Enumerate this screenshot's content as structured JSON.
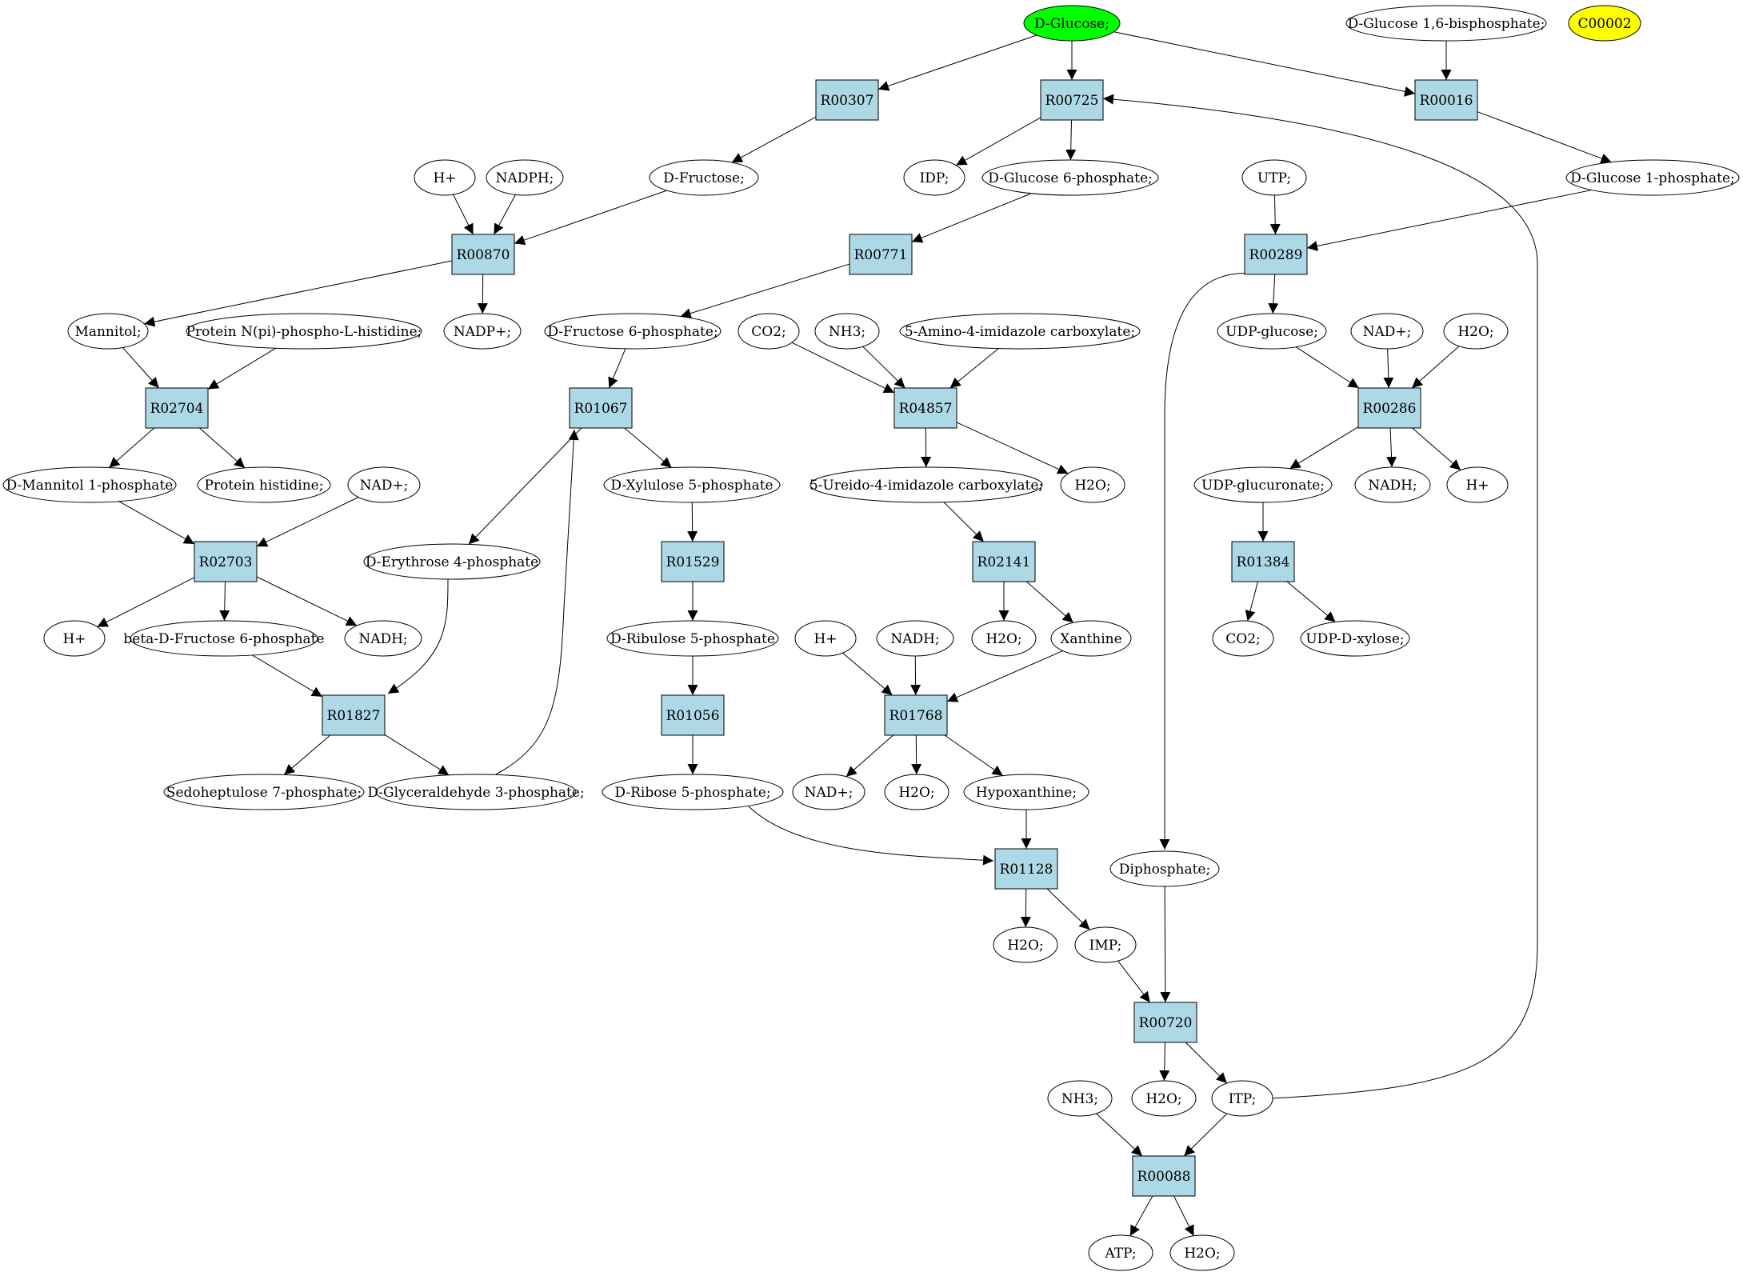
{
  "colors": {
    "reaction_fill": "#add8e6",
    "start_fill": "#00ff00",
    "highlight_fill": "#ffff00",
    "node_fill": "#ffffff",
    "stroke": "#000000"
  },
  "reactions": [
    {
      "id": "R00307",
      "label": "R00307"
    },
    {
      "id": "R00725",
      "label": "R00725"
    },
    {
      "id": "R00016",
      "label": "R00016"
    },
    {
      "id": "R00870",
      "label": "R00870"
    },
    {
      "id": "R00771",
      "label": "R00771"
    },
    {
      "id": "R00289",
      "label": "R00289"
    },
    {
      "id": "R02704",
      "label": "R02704"
    },
    {
      "id": "R01067",
      "label": "R01067"
    },
    {
      "id": "R04857",
      "label": "R04857"
    },
    {
      "id": "R00286",
      "label": "R00286"
    },
    {
      "id": "R02703",
      "label": "R02703"
    },
    {
      "id": "R01529",
      "label": "R01529"
    },
    {
      "id": "R02141",
      "label": "R02141"
    },
    {
      "id": "R01384",
      "label": "R01384"
    },
    {
      "id": "R01827",
      "label": "R01827"
    },
    {
      "id": "R01056",
      "label": "R01056"
    },
    {
      "id": "R01768",
      "label": "R01768"
    },
    {
      "id": "R01128",
      "label": "R01128"
    },
    {
      "id": "R00720",
      "label": "R00720"
    },
    {
      "id": "R00088",
      "label": "R00088"
    }
  ],
  "compounds": [
    {
      "id": "glucose",
      "label": "D-Glucose;",
      "role": "start"
    },
    {
      "id": "g16bp",
      "label": "D-Glucose 1,6-bisphosphate;"
    },
    {
      "id": "c00002",
      "label": "C00002",
      "role": "highlight"
    },
    {
      "id": "hplus_a",
      "label": "H+"
    },
    {
      "id": "nadph",
      "label": "NADPH;"
    },
    {
      "id": "fructose",
      "label": "D-Fructose;"
    },
    {
      "id": "idp",
      "label": "IDP;"
    },
    {
      "id": "g6p",
      "label": "D-Glucose 6-phosphate;"
    },
    {
      "id": "utp",
      "label": "UTP;"
    },
    {
      "id": "g1p",
      "label": "D-Glucose 1-phosphate;"
    },
    {
      "id": "mannitol",
      "label": "Mannitol;"
    },
    {
      "id": "prot_nphis",
      "label": "Protein N(pi)-phospho-L-histidine;"
    },
    {
      "id": "nadp",
      "label": "NADP+;"
    },
    {
      "id": "f6p",
      "label": "D-Fructose 6-phosphate;"
    },
    {
      "id": "co2_a",
      "label": "CO2;"
    },
    {
      "id": "nh3_a",
      "label": "NH3;"
    },
    {
      "id": "aica",
      "label": "5-Amino-4-imidazole carboxylate;"
    },
    {
      "id": "udpg",
      "label": "UDP-glucose;"
    },
    {
      "id": "nadplus_a",
      "label": "NAD+;"
    },
    {
      "id": "h2o_a",
      "label": "H2O;"
    },
    {
      "id": "m1p",
      "label": "D-Mannitol 1-phosphate"
    },
    {
      "id": "prot_his",
      "label": "Protein histidine;"
    },
    {
      "id": "nadplus_b",
      "label": "NAD+;"
    },
    {
      "id": "x5p",
      "label": "D-Xylulose 5-phosphate"
    },
    {
      "id": "uica",
      "label": "5-Ureido-4-imidazole carboxylate;"
    },
    {
      "id": "h2o_b",
      "label": "H2O;"
    },
    {
      "id": "udpgluc",
      "label": "UDP-glucuronate;"
    },
    {
      "id": "nadh_a",
      "label": "NADH;"
    },
    {
      "id": "hplus_b",
      "label": "H+"
    },
    {
      "id": "e4p",
      "label": "D-Erythrose 4-phosphate"
    },
    {
      "id": "hplus_c",
      "label": "H+"
    },
    {
      "id": "bf6p",
      "label": "beta-D-Fructose 6-phosphate"
    },
    {
      "id": "nadh_b",
      "label": "NADH;"
    },
    {
      "id": "ru5p",
      "label": "D-Ribulose 5-phosphate"
    },
    {
      "id": "hplus_d",
      "label": "H+"
    },
    {
      "id": "nadh_c",
      "label": "NADH;"
    },
    {
      "id": "h2o_c",
      "label": "H2O;"
    },
    {
      "id": "xanthine",
      "label": "Xanthine"
    },
    {
      "id": "co2_b",
      "label": "CO2;"
    },
    {
      "id": "udpx",
      "label": "UDP-D-xylose;"
    },
    {
      "id": "s7p",
      "label": "Sedoheptulose 7-phosphate;"
    },
    {
      "id": "gap",
      "label": "D-Glyceraldehyde 3-phosphate;"
    },
    {
      "id": "r5p",
      "label": "D-Ribose 5-phosphate;"
    },
    {
      "id": "nadplus_c",
      "label": "NAD+;"
    },
    {
      "id": "h2o_d",
      "label": "H2O;"
    },
    {
      "id": "hypox",
      "label": "Hypoxanthine;"
    },
    {
      "id": "diphos",
      "label": "Diphosphate;"
    },
    {
      "id": "h2o_e",
      "label": "H2O;"
    },
    {
      "id": "imp",
      "label": "IMP;"
    },
    {
      "id": "nh3_b",
      "label": "NH3;"
    },
    {
      "id": "h2o_f",
      "label": "H2O;"
    },
    {
      "id": "itp",
      "label": "ITP;"
    },
    {
      "id": "atp",
      "label": "ATP;"
    },
    {
      "id": "h2o_g",
      "label": "H2O;"
    }
  ],
  "edges": [
    [
      "glucose",
      "R00307"
    ],
    [
      "glucose",
      "R00725"
    ],
    [
      "glucose",
      "R00016"
    ],
    [
      "g16bp",
      "R00016"
    ],
    [
      "R00307",
      "fructose"
    ],
    [
      "R00725",
      "idp"
    ],
    [
      "R00725",
      "g6p"
    ],
    [
      "R00016",
      "g1p"
    ],
    [
      "hplus_a",
      "R00870"
    ],
    [
      "nadph",
      "R00870"
    ],
    [
      "fructose",
      "R00870"
    ],
    [
      "g6p",
      "R00771"
    ],
    [
      "utp",
      "R00289"
    ],
    [
      "g1p",
      "R00289"
    ],
    [
      "R00870",
      "mannitol"
    ],
    [
      "R00870",
      "nadp"
    ],
    [
      "R00771",
      "f6p"
    ],
    [
      "R00289",
      "udpg"
    ],
    [
      "R00289",
      "diphos"
    ],
    [
      "mannitol",
      "R02704"
    ],
    [
      "prot_nphis",
      "R02704"
    ],
    [
      "f6p",
      "R01067"
    ],
    [
      "gap",
      "R01067"
    ],
    [
      "co2_a",
      "R04857"
    ],
    [
      "nh3_a",
      "R04857"
    ],
    [
      "aica",
      "R04857"
    ],
    [
      "udpg",
      "R00286"
    ],
    [
      "nadplus_a",
      "R00286"
    ],
    [
      "h2o_a",
      "R00286"
    ],
    [
      "R02704",
      "m1p"
    ],
    [
      "R02704",
      "prot_his"
    ],
    [
      "R01067",
      "x5p"
    ],
    [
      "R01067",
      "e4p"
    ],
    [
      "R04857",
      "uica"
    ],
    [
      "R04857",
      "h2o_b"
    ],
    [
      "R00286",
      "udpgluc"
    ],
    [
      "R00286",
      "nadh_a"
    ],
    [
      "R00286",
      "hplus_b"
    ],
    [
      "m1p",
      "R02703"
    ],
    [
      "nadplus_b",
      "R02703"
    ],
    [
      "x5p",
      "R01529"
    ],
    [
      "uica",
      "R02141"
    ],
    [
      "udpgluc",
      "R01384"
    ],
    [
      "R02703",
      "hplus_c"
    ],
    [
      "R02703",
      "bf6p"
    ],
    [
      "R02703",
      "nadh_b"
    ],
    [
      "R01529",
      "ru5p"
    ],
    [
      "R02141",
      "h2o_c"
    ],
    [
      "R02141",
      "xanthine"
    ],
    [
      "R01384",
      "co2_b"
    ],
    [
      "R01384",
      "udpx"
    ],
    [
      "bf6p",
      "R01827"
    ],
    [
      "e4p",
      "R01827"
    ],
    [
      "ru5p",
      "R01056"
    ],
    [
      "hplus_d",
      "R01768"
    ],
    [
      "nadh_c",
      "R01768"
    ],
    [
      "xanthine",
      "R01768"
    ],
    [
      "R01827",
      "s7p"
    ],
    [
      "R01827",
      "gap"
    ],
    [
      "R01056",
      "r5p"
    ],
    [
      "R01768",
      "nadplus_c"
    ],
    [
      "R01768",
      "h2o_d"
    ],
    [
      "R01768",
      "hypox"
    ],
    [
      "hypox",
      "R01128"
    ],
    [
      "r5p",
      "R01128"
    ],
    [
      "R01128",
      "h2o_e"
    ],
    [
      "R01128",
      "imp"
    ],
    [
      "diphos",
      "R00720"
    ],
    [
      "imp",
      "R00720"
    ],
    [
      "R00720",
      "h2o_f"
    ],
    [
      "R00720",
      "itp"
    ],
    [
      "nh3_b",
      "R00088"
    ],
    [
      "itp",
      "R00088"
    ],
    [
      "itp",
      "R00725"
    ],
    [
      "R00088",
      "atp"
    ],
    [
      "R00088",
      "h2o_g"
    ]
  ]
}
